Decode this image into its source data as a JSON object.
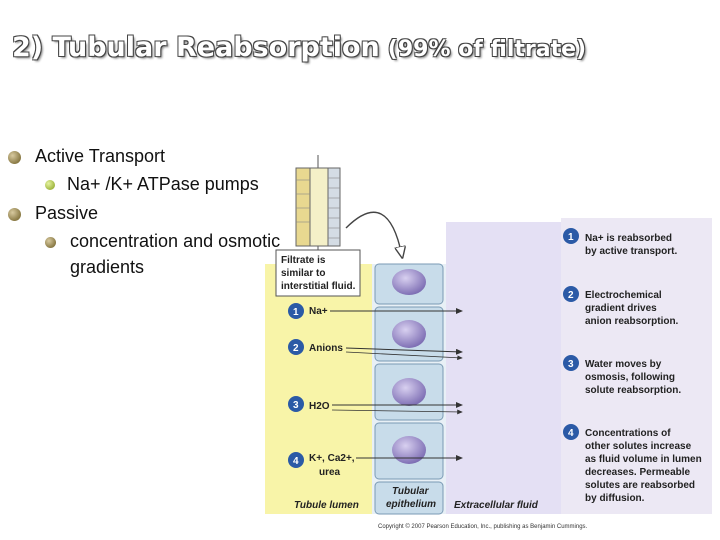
{
  "slide": {
    "title": "2) Tubular Reabsorption",
    "subtitle": "(99% of filtrate)"
  },
  "bullets": [
    {
      "level": 1,
      "text": "Active Transport"
    },
    {
      "level": 2,
      "text": "Na+ /K+ ATPase pumps"
    },
    {
      "level": 1,
      "text": "Passive"
    },
    {
      "level": 2,
      "text_line1": "concentration and osmotic",
      "text_line2": "gradients"
    }
  ],
  "figure": {
    "filtrate_note": [
      "Filtrate is",
      "similar to",
      "interstitial fluid."
    ],
    "left_labels": [
      {
        "num": "1",
        "text": "Na+"
      },
      {
        "num": "2",
        "text": "Anions"
      },
      {
        "num": "3",
        "text": "H2O"
      },
      {
        "num": "4",
        "text_line1": "K+, Ca2+,",
        "text_line2": "urea"
      }
    ],
    "region_labels": {
      "lumen": "Tubule lumen",
      "epithelium_line1": "Tubular",
      "epithelium_line2": "epithelium",
      "extracellular": "Extracellular fluid"
    },
    "steps": [
      {
        "num": "1",
        "lines": [
          "Na+ is reabsorbed",
          "by active transport."
        ]
      },
      {
        "num": "2",
        "lines": [
          "Electrochemical",
          "gradient drives",
          "anion reabsorption."
        ]
      },
      {
        "num": "3",
        "lines": [
          "Water moves by",
          "osmosis, following",
          "solute reabsorption."
        ]
      },
      {
        "num": "4",
        "lines": [
          "Concentrations of",
          "other solutes increase",
          "as fluid volume in lumen",
          "decreases. Permeable",
          "solutes are reabsorbed",
          "by diffusion."
        ]
      }
    ],
    "copyright": "Copyright © 2007 Pearson Education, Inc., publishing as Benjamin Cummings."
  },
  "colors": {
    "lumen": "#f8f4a8",
    "extracellular": "#e4e0f4",
    "cell": "#c8dcea",
    "nucleus": "#8a7ab8",
    "step_badge": "#2b5aa6"
  }
}
